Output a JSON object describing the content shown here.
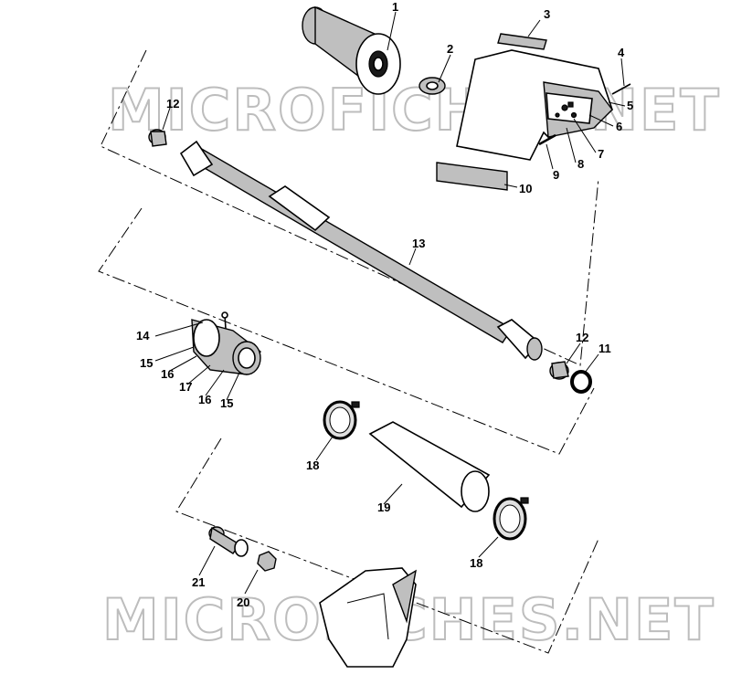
{
  "watermarks": [
    "MICROFICHES.NET",
    "MICROFICHES.NET"
  ],
  "callouts": [
    "1",
    "2",
    "3",
    "4",
    "5",
    "6",
    "7",
    "8",
    "9",
    "10",
    "12",
    "13",
    "11",
    "12",
    "14",
    "15",
    "16",
    "17",
    "16",
    "15",
    "18",
    "19",
    "18",
    "21",
    "20"
  ]
}
